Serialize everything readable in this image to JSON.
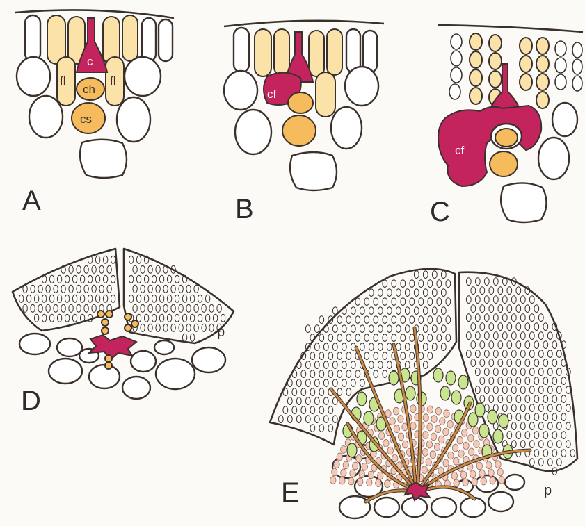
{
  "panels": [
    {
      "id": "A",
      "letter": "A"
    },
    {
      "id": "B",
      "letter": "B"
    },
    {
      "id": "C",
      "letter": "C"
    },
    {
      "id": "D",
      "letter": "D"
    },
    {
      "id": "E",
      "letter": "E"
    }
  ],
  "labels": {
    "a_c": "c",
    "a_ch": "ch",
    "a_cs": "cs",
    "a_fl_left": "fl",
    "a_fl_right": "fl",
    "b_cf": "cf",
    "c_cf": "cf",
    "d_p": "p",
    "e_p": "p"
  },
  "colors": {
    "conidium_magenta": "#c4245e",
    "filament_cream": "#fbe2a9",
    "cell_orange": "#f5bb5c",
    "spore_green": "#c9e58f",
    "mass_pink": "#f6c8b6",
    "hypha_brown": "#c98a45"
  }
}
